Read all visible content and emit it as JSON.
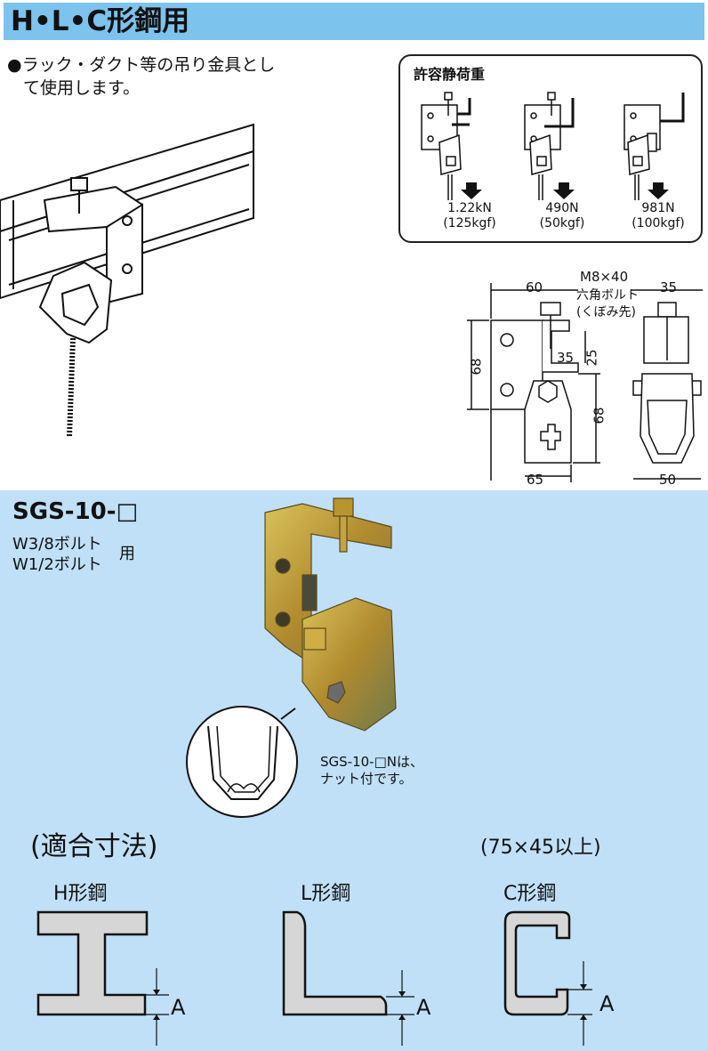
{
  "header": {
    "title": "H•L•C形鋼用"
  },
  "description": {
    "line1": "●ラック・ダクト等の吊り金具とし",
    "line2": "て使用します。"
  },
  "load_box": {
    "title": "許容静荷重",
    "items": [
      {
        "value": "1.22kN",
        "sub": "(125kgf)"
      },
      {
        "value": "490N",
        "sub": "(50kgf)"
      },
      {
        "value": "981N",
        "sub": "(100kgf)"
      }
    ]
  },
  "dimensions": {
    "top_width": "60",
    "bolt_label_1": "M8×40",
    "bolt_label_2": "六角ボルト",
    "bolt_label_3": "(くぼみ先)",
    "side_top_width": "35",
    "left_height": "68",
    "inner_35": "35",
    "gap_25": "25",
    "right_height": "68",
    "bottom_width": "65",
    "side_bottom_width": "50"
  },
  "product": {
    "code": "SGS-10-□",
    "bolt_1": "W3/8ボルト",
    "bolt_2": "W1/2ボルト",
    "bolt_suffix": "用",
    "note_line1": "SGS-10-□Nは、",
    "note_line2": "ナット付です。"
  },
  "fit": {
    "title": "(適合寸法)",
    "range": "(75×45以上)",
    "shapes": [
      {
        "label": "H形鋼",
        "dim": "A"
      },
      {
        "label": "L形鋼",
        "dim": "A"
      },
      {
        "label": "C形鋼",
        "dim": "A"
      }
    ]
  },
  "colors": {
    "header_blue": "#7cc3ee",
    "panel_blue": "#bfe0f7",
    "steel_gray": "#d6d6d6",
    "zinc_gold": "#c9a93a"
  }
}
